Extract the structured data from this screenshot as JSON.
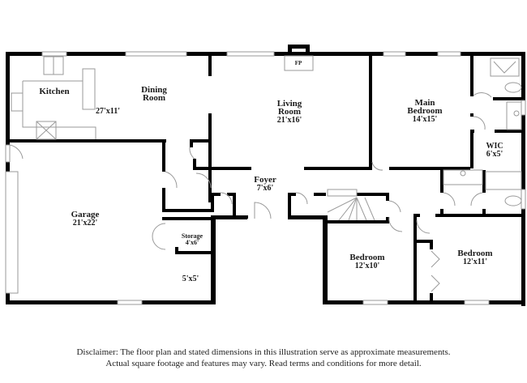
{
  "rooms": {
    "kitchen": {
      "name": "Kitchen",
      "dims": ""
    },
    "dining": {
      "name": "Dining",
      "name2": "Room",
      "dims": "27'x11'"
    },
    "living": {
      "name": "Living",
      "name2": "Room",
      "dims": "21'x16'"
    },
    "fireplace": {
      "name": "FP"
    },
    "main_bedroom": {
      "name": "Main",
      "name2": "Bedroom",
      "dims": "14'x15'"
    },
    "wic": {
      "name": "WIC",
      "dims": "6'x5'"
    },
    "foyer": {
      "name": "Foyer",
      "dims": "7'x6'"
    },
    "garage": {
      "name": "Garage",
      "dims": "21'x22'"
    },
    "storage": {
      "name": "Storage",
      "dims": "4'x6'"
    },
    "closet_5x5": {
      "dims": "5'x5'"
    },
    "bedroom_2": {
      "name": "Bedroom",
      "dims": "12'x10'"
    },
    "bedroom_3": {
      "name": "Bedroom",
      "dims": "12'x11'"
    }
  },
  "disclaimer": {
    "line1": "Disclaimer: The floor plan and stated dimensions in this illustration serve as approximate measurements.",
    "line2": "Actual square footage and features may vary. Read terms and conditions for more detail."
  },
  "colors": {
    "wall": "#000000",
    "fixture": "#9a9a9a",
    "background": "#ffffff"
  }
}
